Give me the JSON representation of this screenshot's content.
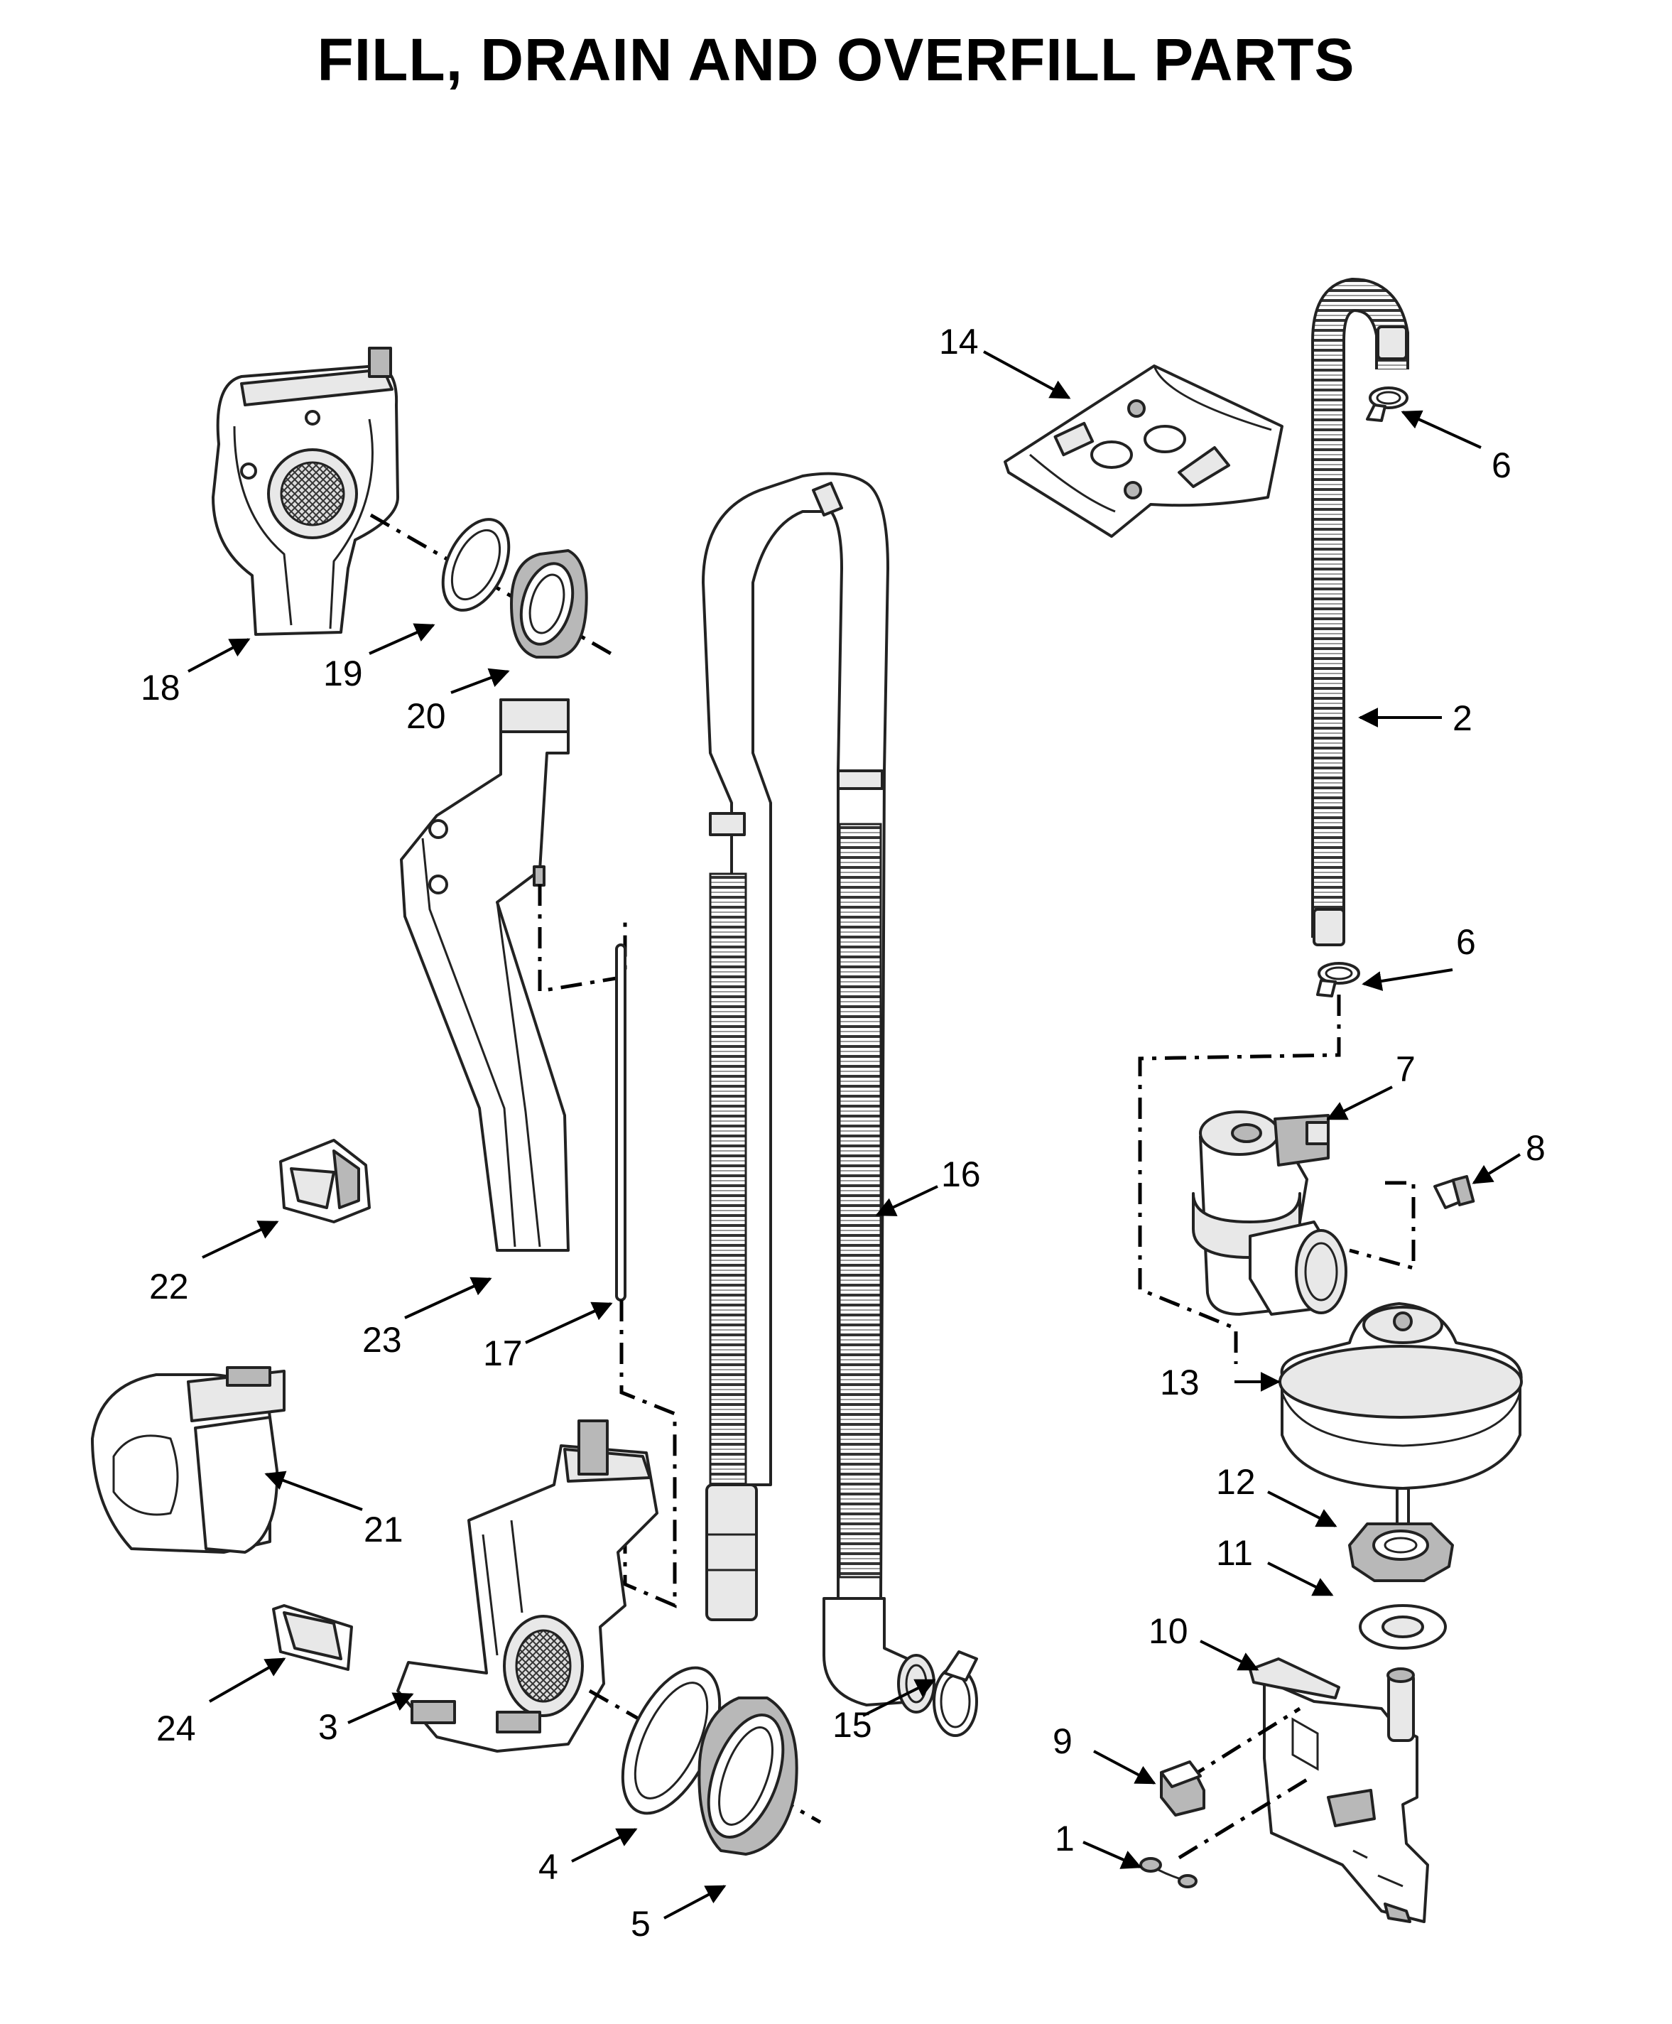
{
  "title": "FILL, DRAIN AND OVERFILL PARTS",
  "callouts": [
    {
      "id": "c1",
      "label": "1"
    },
    {
      "id": "c2",
      "label": "2"
    },
    {
      "id": "c3",
      "label": "3"
    },
    {
      "id": "c4",
      "label": "4"
    },
    {
      "id": "c5",
      "label": "5"
    },
    {
      "id": "c6a",
      "label": "6"
    },
    {
      "id": "c6b",
      "label": "6"
    },
    {
      "id": "c7",
      "label": "7"
    },
    {
      "id": "c8",
      "label": "8"
    },
    {
      "id": "c9",
      "label": "9"
    },
    {
      "id": "c10",
      "label": "10"
    },
    {
      "id": "c11",
      "label": "11"
    },
    {
      "id": "c12",
      "label": "12"
    },
    {
      "id": "c13",
      "label": "13"
    },
    {
      "id": "c14",
      "label": "14"
    },
    {
      "id": "c15",
      "label": "15"
    },
    {
      "id": "c16",
      "label": "16"
    },
    {
      "id": "c17",
      "label": "17"
    },
    {
      "id": "c18",
      "label": "18"
    },
    {
      "id": "c19",
      "label": "19"
    },
    {
      "id": "c20",
      "label": "20"
    },
    {
      "id": "c21",
      "label": "21"
    },
    {
      "id": "c22",
      "label": "22"
    },
    {
      "id": "c23",
      "label": "23"
    },
    {
      "id": "c24",
      "label": "24"
    }
  ]
}
